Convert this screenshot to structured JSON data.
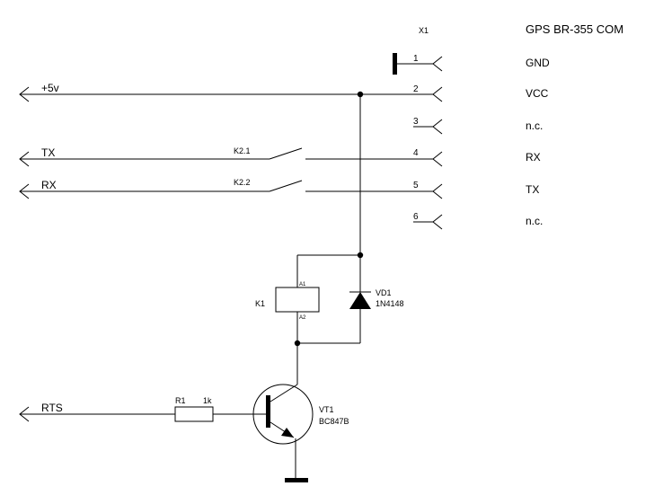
{
  "connector": {
    "ref": "X1",
    "title": "GPS BR-355 COM",
    "pins": [
      {
        "num": "1",
        "name": "GND"
      },
      {
        "num": "2",
        "name": "VCC"
      },
      {
        "num": "3",
        "name": "n.c."
      },
      {
        "num": "4",
        "name": "RX"
      },
      {
        "num": "5",
        "name": "TX"
      },
      {
        "num": "6",
        "name": "n.c."
      }
    ]
  },
  "nets": {
    "vcc": "+5v",
    "tx": "TX",
    "rx": "RX",
    "rts": "RTS"
  },
  "components": {
    "relay_contact_1": "K2.1",
    "relay_contact_2": "K2.2",
    "relay": {
      "ref": "K1",
      "pin_a1": "A1",
      "pin_a2": "A2"
    },
    "diode": {
      "ref": "VD1",
      "value": "1N4148"
    },
    "resistor": {
      "ref": "R1",
      "value": "1k"
    },
    "transistor": {
      "ref": "VT1",
      "value": "BC847B"
    }
  }
}
